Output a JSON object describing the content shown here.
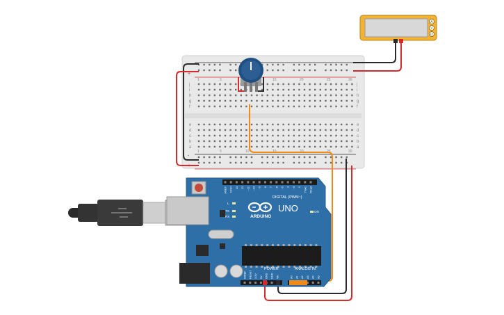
{
  "colors": {
    "breadboard": "#e9e9e9",
    "board": "#2f6fa8",
    "wire_red": "#d42a2a",
    "wire_black": "#2a2a2a",
    "wire_orange": "#f08a14",
    "meter_body": "#f2b233",
    "meter_screen": "#d8d8d8",
    "pot_knob": "#2c5e94"
  },
  "breadboard": {
    "top_row_letters": [
      "j",
      "i",
      "h",
      "g",
      "f"
    ],
    "bottom_row_letters": [
      "e",
      "d",
      "c",
      "b",
      "a"
    ],
    "column_numbers": [
      "1",
      "5",
      "10",
      "15",
      "20",
      "25",
      "30"
    ],
    "rail_plus": "+",
    "rail_minus": "-"
  },
  "multimeter": {
    "modes": [
      "A",
      "V",
      "Ω"
    ]
  },
  "arduino": {
    "logo": "ARDUINO",
    "model": "UNO",
    "digital_label": "DIGITAL (PWM~)",
    "power_label": "POWER",
    "analog_label": "ANALOG IN",
    "top_pin_labels": [
      "AREF",
      "GND",
      "13",
      "12",
      "~11",
      "~10",
      "~9",
      "8",
      "7",
      "~6",
      "~5",
      "4",
      "~3",
      "2",
      "TX▸1",
      "RX◂0"
    ],
    "power_pin_labels": [
      "IOREF",
      "RESET",
      "3.3V",
      "5V",
      "GND",
      "GND",
      "Vin"
    ],
    "analog_pin_labels": [
      "A0",
      "A1",
      "A2",
      "A3",
      "A4",
      "A5"
    ],
    "led_labels": [
      "L",
      "TX",
      "RX"
    ],
    "on_label": "ON"
  }
}
